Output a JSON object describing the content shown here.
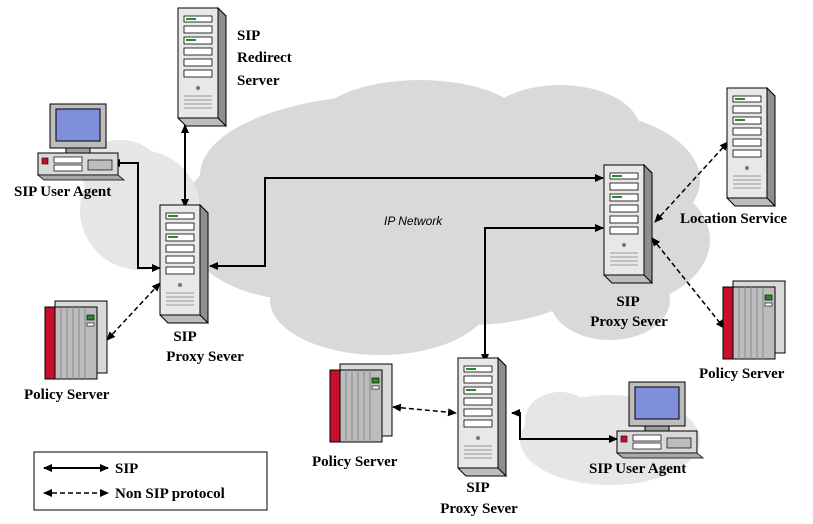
{
  "diagram": {
    "network_label": "IP Network",
    "labels": {
      "redirect_line1": "SIP",
      "redirect_line2": "Redirect",
      "redirect_line3": "Server",
      "ua_left": "SIP User Agent",
      "policy_left": "Policy Server",
      "proxy_left_line1": "SIP",
      "proxy_left_line2": "Proxy Sever",
      "proxy_right_line1": "SIP",
      "proxy_right_line2": "Proxy Sever",
      "location_service": "Location Service",
      "policy_right": "Policy Server",
      "policy_bottom": "Policy Server",
      "proxy_bottom_line1": "SIP",
      "proxy_bottom_line2": "Proxy Sever",
      "ua_bottom": "SIP User Agent"
    },
    "legend": {
      "sip": "SIP",
      "non_sip": "Non SIP protocol"
    },
    "colors": {
      "cloud": "#d9d9d9",
      "server_body": "#e6e6e6",
      "policy_red": "#c8102e",
      "monitor_screen": "#7f8fd9"
    }
  }
}
